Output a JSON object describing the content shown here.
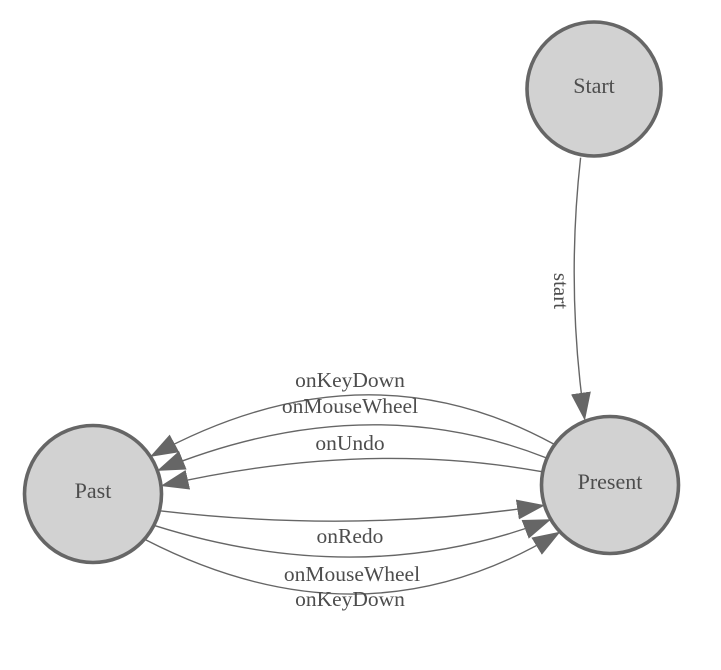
{
  "diagram": {
    "type": "state-machine",
    "background": "#ffffff",
    "colors": {
      "node_fill": "#d2d2d2",
      "node_stroke": "#666666",
      "edge_stroke": "#666666",
      "arrow_fill": "#666666",
      "text": "#4d4d4d"
    },
    "nodes": [
      {
        "id": "start",
        "label": "Start"
      },
      {
        "id": "past",
        "label": "Past"
      },
      {
        "id": "present",
        "label": "Present"
      }
    ],
    "edges": [
      {
        "from": "start",
        "to": "present",
        "label": "start"
      },
      {
        "from": "present",
        "to": "past",
        "label": "onKeyDown"
      },
      {
        "from": "present",
        "to": "past",
        "label": "onMouseWheel"
      },
      {
        "from": "present",
        "to": "past",
        "label": "onUndo"
      },
      {
        "from": "past",
        "to": "present",
        "label": "onRedo"
      },
      {
        "from": "past",
        "to": "present",
        "label": "onMouseWheel"
      },
      {
        "from": "past",
        "to": "present",
        "label": "onKeyDown"
      }
    ]
  }
}
